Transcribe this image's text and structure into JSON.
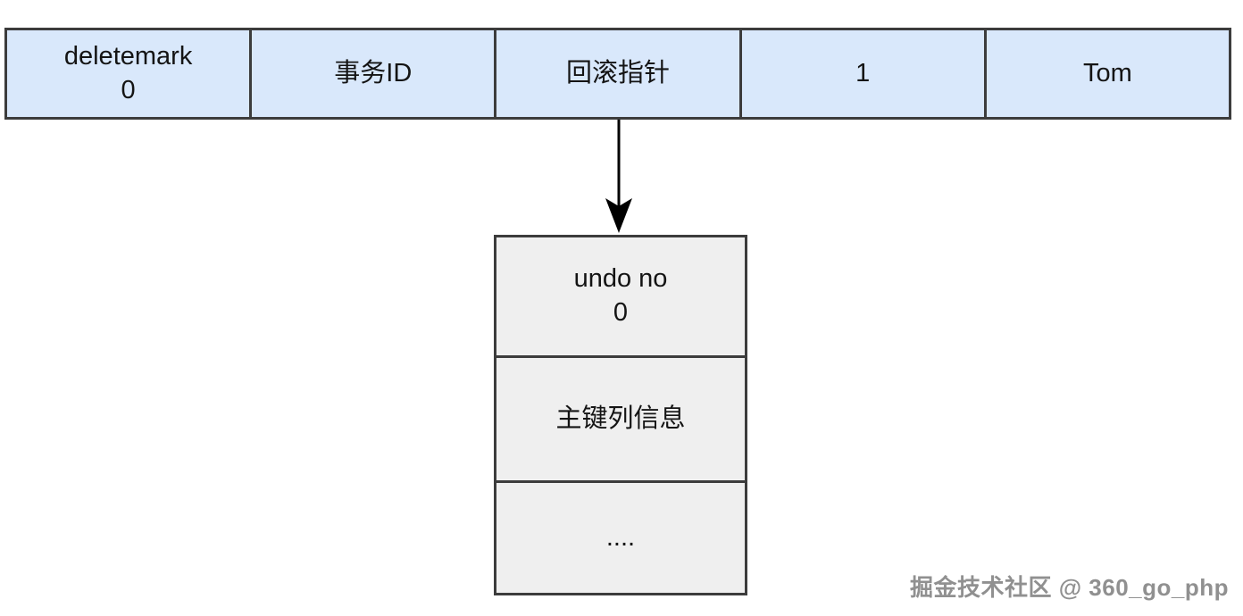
{
  "diagram": {
    "record_row": {
      "cells": [
        {
          "line1": "deletemark",
          "line2": "0"
        },
        {
          "line1": "事务ID"
        },
        {
          "line1": "回滚指针"
        },
        {
          "line1": "1"
        },
        {
          "line1": "Tom"
        }
      ]
    },
    "undo_box": {
      "cells": [
        {
          "line1": "undo no",
          "line2": "0"
        },
        {
          "line1": "主键列信息"
        },
        {
          "line1": "...."
        }
      ]
    }
  },
  "watermark": {
    "text": "掘金技术社区 @ 360_go_php"
  },
  "colors": {
    "cell-blue": "#d9e8fb",
    "cell-gray": "#efefef",
    "border-dark": "#3c3c3c",
    "text": "#141414",
    "watermark": "#909090"
  }
}
